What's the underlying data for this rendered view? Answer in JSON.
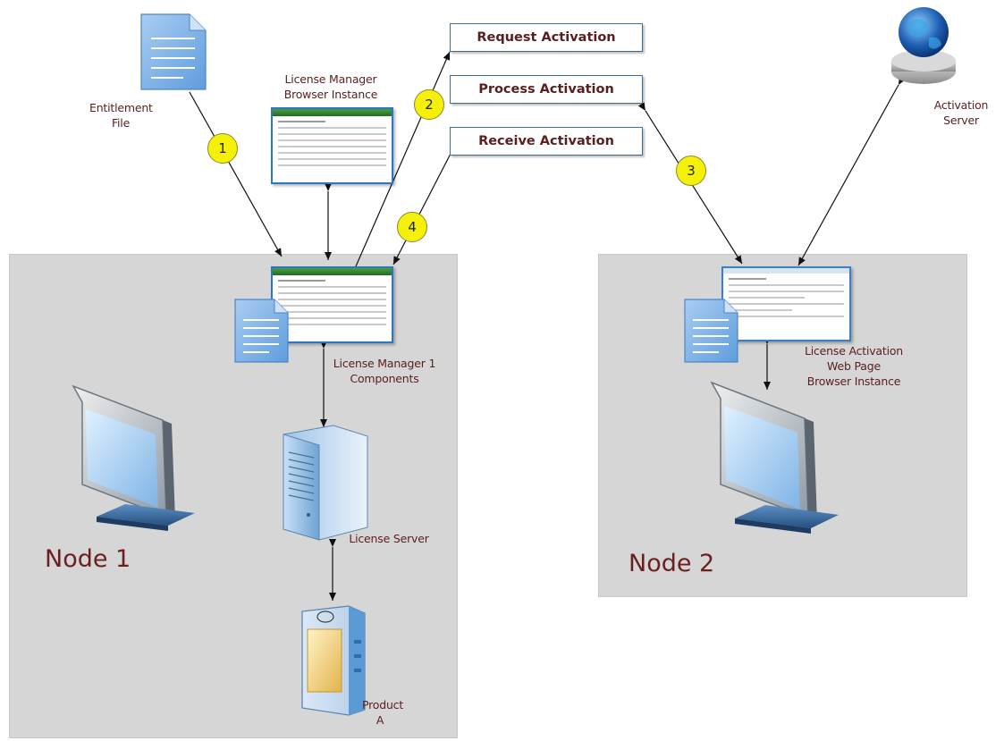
{
  "nodes": {
    "node1": "Node 1",
    "node2": "Node 2"
  },
  "steps": {
    "request": "Request Activation",
    "process": "Process Activation",
    "receive": "Receive Activation"
  },
  "badges": [
    "1",
    "2",
    "3",
    "4"
  ],
  "labels": {
    "entitlement_file": "Entitlement\nFile",
    "lm_browser": "License Manager\nBrowser Instance",
    "lm_components": "License Manager 1\nComponents",
    "license_server": "License Server",
    "product_a": "Product\nA",
    "activation_server": "Activation\nServer",
    "activation_page": "License Activation\nWeb Page\nBrowser Instance"
  },
  "colors": {
    "node_fill": "#d6d6d6",
    "badge_fill": "#f4f00a",
    "label_text": "#5a1e1e",
    "step_border": "#3f6e90",
    "window_border": "#2b78c2"
  },
  "icons": {
    "entitlement": "document-icon",
    "globe": "globe-icon",
    "server": "server-tower-icon",
    "product": "product-box-icon",
    "monitor": "monitor-icon"
  }
}
